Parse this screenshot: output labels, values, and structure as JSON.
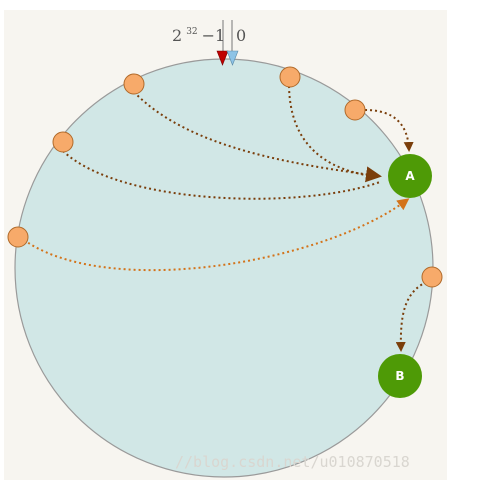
{
  "ring_labels": {
    "max_base": "2",
    "max_exp": "32",
    "max_suffix": "−1",
    "zero": "0"
  },
  "servers": [
    {
      "id": "A",
      "label": "A"
    },
    {
      "id": "B",
      "label": "B"
    }
  ],
  "watermark": "//blog.csdn.net/u010870518",
  "colors": {
    "ring_fill": "#d1e7e6",
    "ring_stroke": "#9a9a9a",
    "panel": "#f7f5f0",
    "object_fill": "#f7aa6a",
    "object_stroke": "#b06a2a",
    "server_fill": "#4e9a06",
    "arrow_dark": "#7a3e0b",
    "arrow_light": "#d3731a",
    "marker_red": "#c00000",
    "marker_blue": "#8ec3e6"
  }
}
